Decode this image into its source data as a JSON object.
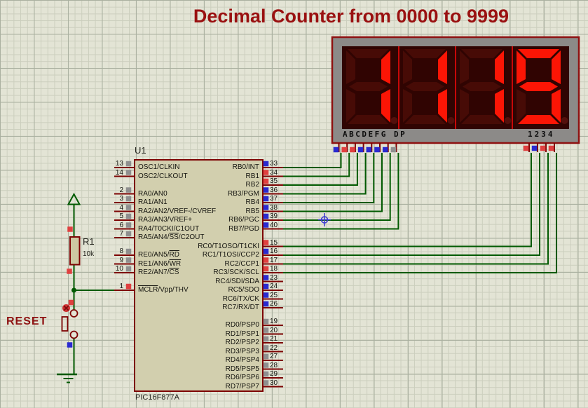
{
  "title": "Decimal Counter from 0000 to 9999",
  "display": {
    "value": "1119",
    "segment_row_label": "ABCDEFG DP",
    "digit_row_label": "1234",
    "segment_pins": [
      {
        "name": "A",
        "state": "blue"
      },
      {
        "name": "B",
        "state": "red"
      },
      {
        "name": "C",
        "state": "red"
      },
      {
        "name": "D",
        "state": "blue"
      },
      {
        "name": "E",
        "state": "blue"
      },
      {
        "name": "F",
        "state": "blue"
      },
      {
        "name": "G",
        "state": "blue"
      },
      {
        "name": "DP",
        "state": "gray"
      }
    ],
    "digit_pins": [
      {
        "name": "1",
        "state": "red"
      },
      {
        "name": "2",
        "state": "blue"
      },
      {
        "name": "3",
        "state": "red"
      },
      {
        "name": "4",
        "state": "red"
      }
    ]
  },
  "chip": {
    "ref": "U1",
    "part": "PIC16F877A",
    "left_pins": [
      {
        "num": "13",
        "row": 0,
        "state": "gray",
        "label_parts": [
          "OSC1/CLKIN"
        ]
      },
      {
        "num": "14",
        "row": 1,
        "state": "gray",
        "label_parts": [
          "OSC2/CLKOUT"
        ]
      },
      {
        "num": "2",
        "row": 3,
        "state": "gray",
        "label_parts": [
          "RA0/AN0"
        ]
      },
      {
        "num": "3",
        "row": 4,
        "state": "gray",
        "label_parts": [
          "RA1/AN1"
        ]
      },
      {
        "num": "4",
        "row": 5,
        "state": "gray",
        "label_parts": [
          "RA2/AN2/VREF-/CVREF"
        ]
      },
      {
        "num": "5",
        "row": 6,
        "state": "gray",
        "label_parts": [
          "RA3/AN3/VREF+"
        ]
      },
      {
        "num": "6",
        "row": 7,
        "state": "gray",
        "label_parts": [
          "RA4/T0CKI/C1OUT"
        ]
      },
      {
        "num": "7",
        "row": 8,
        "state": "gray",
        "label_parts": [
          "RA5/AN4/",
          {
            "o": "SS"
          },
          "/C2OUT"
        ]
      },
      {
        "num": "8",
        "row": 10,
        "state": "gray",
        "label_parts": [
          "RE0/AN5/",
          {
            "o": "RD"
          }
        ]
      },
      {
        "num": "9",
        "row": 11,
        "state": "gray",
        "label_parts": [
          "RE1/AN6/",
          {
            "o": "WR"
          }
        ]
      },
      {
        "num": "10",
        "row": 12,
        "state": "gray",
        "label_parts": [
          "RE2/AN7/",
          {
            "o": "CS"
          }
        ]
      },
      {
        "num": "1",
        "row": 14,
        "state": "red",
        "label_parts": [
          {
            "o": "MCLR"
          },
          "/Vpp/THV"
        ]
      }
    ],
    "right_pins": [
      {
        "num": "33",
        "row": 0,
        "state": "blue",
        "label": "RB0/INT"
      },
      {
        "num": "34",
        "row": 1,
        "state": "red",
        "label": "RB1"
      },
      {
        "num": "35",
        "row": 2,
        "state": "red",
        "label": "RB2"
      },
      {
        "num": "36",
        "row": 3,
        "state": "blue",
        "label": "RB3/PGM"
      },
      {
        "num": "37",
        "row": 4,
        "state": "blue",
        "label": "RB4"
      },
      {
        "num": "38",
        "row": 5,
        "state": "blue",
        "label": "RB5"
      },
      {
        "num": "39",
        "row": 6,
        "state": "blue",
        "label": "RB6/PGC"
      },
      {
        "num": "40",
        "row": 7,
        "state": "blue",
        "label": "RB7/PGD"
      },
      {
        "num": "15",
        "row": 9,
        "state": "red",
        "label": "RC0/T1OSO/T1CKI"
      },
      {
        "num": "16",
        "row": 10,
        "state": "blue",
        "label": "RC1/T1OSI/CCP2"
      },
      {
        "num": "17",
        "row": 11,
        "state": "red",
        "label": "RC2/CCP1"
      },
      {
        "num": "18",
        "row": 12,
        "state": "red",
        "label": "RC3/SCK/SCL"
      },
      {
        "num": "23",
        "row": 13,
        "state": "blue",
        "label": "RC4/SDI/SDA"
      },
      {
        "num": "24",
        "row": 14,
        "state": "blue",
        "label": "RC5/SDO"
      },
      {
        "num": "25",
        "row": 15,
        "state": "blue",
        "label": "RC6/TX/CK"
      },
      {
        "num": "26",
        "row": 16,
        "state": "blue",
        "label": "RC7/RX/DT"
      },
      {
        "num": "19",
        "row": 18,
        "state": "gray",
        "label": "RD0/PSP0"
      },
      {
        "num": "20",
        "row": 19,
        "state": "gray",
        "label": "RD1/PSP1"
      },
      {
        "num": "21",
        "row": 20,
        "state": "gray",
        "label": "RD2/PSP2"
      },
      {
        "num": "22",
        "row": 21,
        "state": "gray",
        "label": "RD3/PSP3"
      },
      {
        "num": "27",
        "row": 22,
        "state": "gray",
        "label": "RD4/PSP4"
      },
      {
        "num": "28",
        "row": 23,
        "state": "gray",
        "label": "RD5/PSP5"
      },
      {
        "num": "29",
        "row": 24,
        "state": "gray",
        "label": "RD6/PSP6"
      },
      {
        "num": "30",
        "row": 25,
        "state": "gray",
        "label": "RD7/PSP7"
      }
    ]
  },
  "resistor": {
    "ref": "R1",
    "value": "10k"
  },
  "reset_label": "RESET",
  "colors": {
    "title": "#9a1111",
    "reset_text": "#8e1212",
    "wire": "#015a01",
    "pin": "#7d0303",
    "chip_border": "#7d0303",
    "chip_fill": "#d2cfae",
    "state_red": "#e04040",
    "state_blue": "#2a2ad0",
    "state_gray": "#8f8f8f",
    "display_frame": "#8c8a88",
    "display_border": "#8e1111",
    "panel": "#300402",
    "separator": "#c80808",
    "segment_lit": "#fb1505",
    "segment_dim": "#470b06",
    "dp_dim": "#53100c",
    "marker_blue": "#3a3ad0",
    "button_red": "#d03030"
  }
}
